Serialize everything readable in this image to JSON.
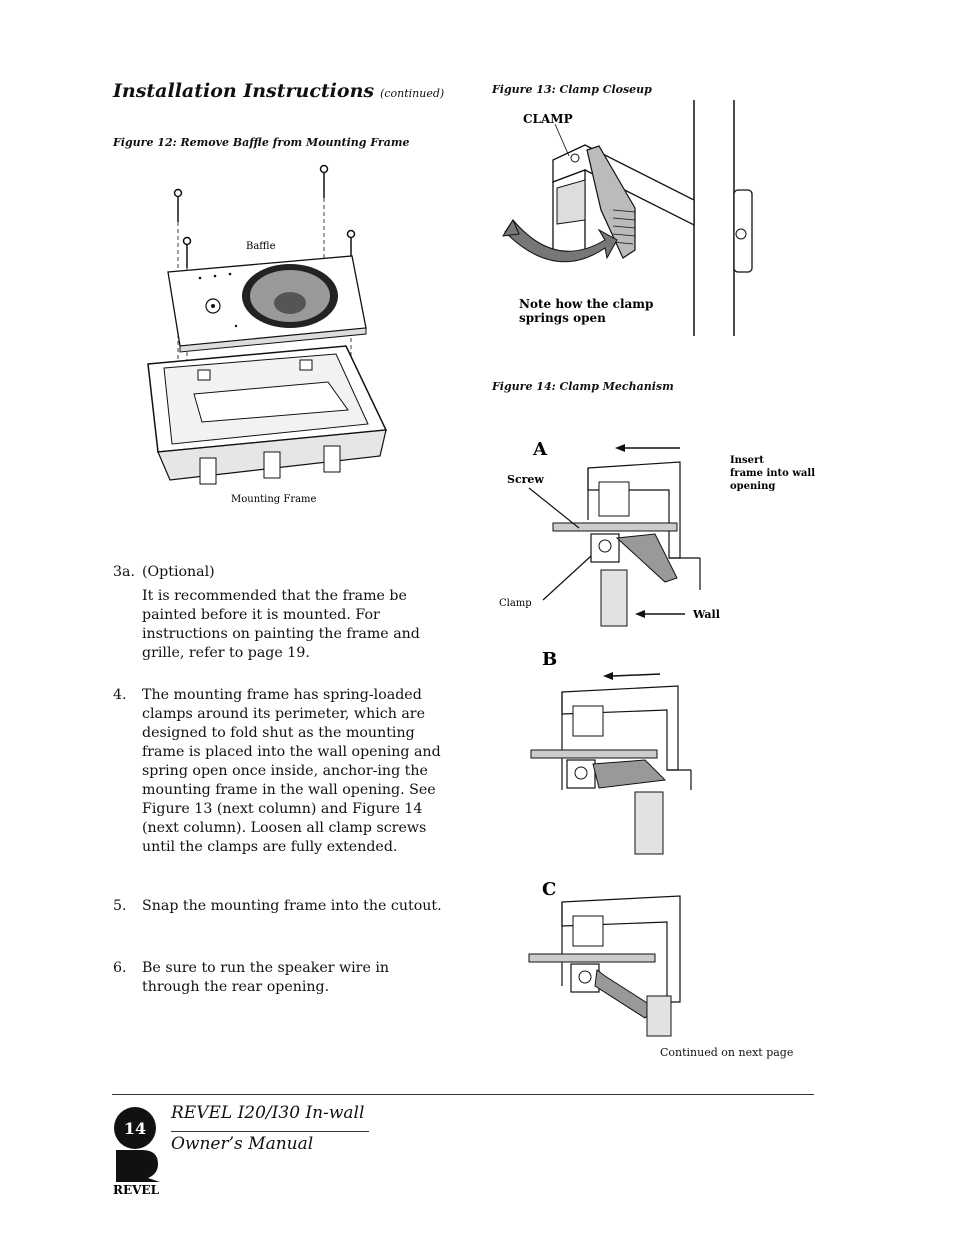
{
  "section": {
    "title": "Installation Instructions",
    "continued": "(continued)"
  },
  "figure12": {
    "caption": "Figure 12: Remove Baffle from Mounting Frame",
    "label_baffle": "Baffle",
    "label_frame": "Mounting Frame"
  },
  "figure13": {
    "caption": "Figure 13: Clamp Closeup",
    "label_clamp": "CLAMP",
    "note_line1": "Note how the clamp",
    "note_line2": "springs open"
  },
  "figure14": {
    "caption": "Figure 14: Clamp Mechanism",
    "letter_a": "A",
    "letter_b": "B",
    "letter_c": "C",
    "label_screw": "Screw",
    "label_clamp": "Clamp",
    "label_wall": "Wall",
    "insert_line1": "Insert",
    "insert_line2": "frame into wall",
    "insert_line3": "opening"
  },
  "steps": [
    {
      "num": "3a.",
      "text": "(Optional)"
    },
    {
      "num": "",
      "text": "It is recommended that the frame be painted before it is mounted. For instructions on painting the frame and grille, refer to page 19."
    },
    {
      "num": "4.",
      "text": "The mounting frame has spring-loaded clamps around its perimeter, which are designed to fold shut as the mounting frame is placed into the wall opening and spring open once inside, anchor-ing the mounting frame in the wall opening. See Figure 13 (next column) and Figure 14 (next column). Loosen all clamp screws until the clamps are fully extended."
    },
    {
      "num": "5.",
      "text": "Snap the mounting frame into the cutout."
    },
    {
      "num": "6.",
      "text": "Be sure to run the speaker wire in through the rear opening."
    }
  ],
  "continued_note": "Continued on next page",
  "footer": {
    "page_number": "14",
    "title": "REVEL I20/I30 In-wall",
    "subtitle": "Owner’s Manual",
    "logo_text": "REVEL"
  }
}
